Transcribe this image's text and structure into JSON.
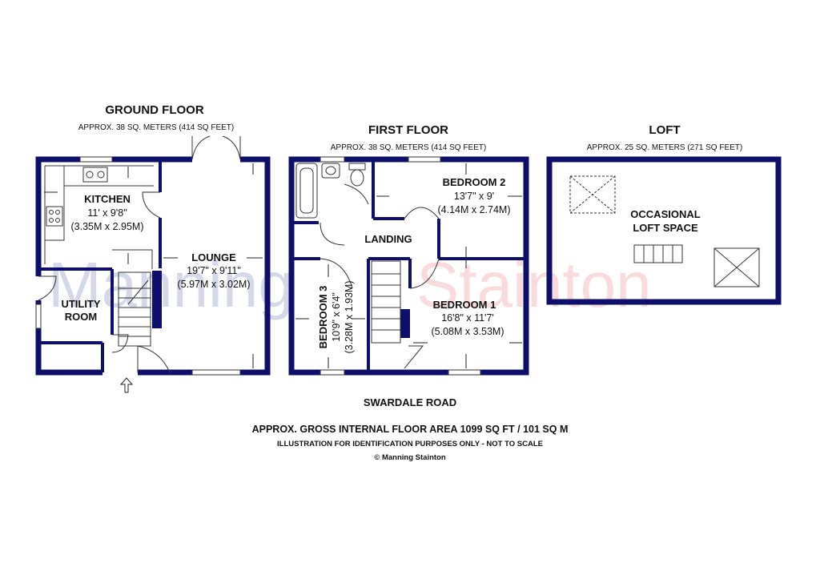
{
  "watermark": {
    "part1": "Manning",
    "part2": "Stainton",
    "color1": "#1d2b8a",
    "color2": "#e03a4a"
  },
  "ground_floor": {
    "title": "GROUND FLOOR",
    "area": "APPROX. 38 SQ. METERS (414 SQ FEET)",
    "kitchen": {
      "name": "KITCHEN",
      "dim_imperial": "11' x 9'8\"",
      "dim_metric": "(3.35M x 2.95M)"
    },
    "lounge": {
      "name": "LOUNGE",
      "dim_imperial": "19'7\" x 9'11\"",
      "dim_metric": "(5.97M x 3.02M)"
    },
    "utility": {
      "name_line1": "UTILITY",
      "name_line2": "ROOM"
    }
  },
  "first_floor": {
    "title": "FIRST FLOOR",
    "area": "APPROX. 38 SQ. METERS (414 SQ FEET)",
    "bedroom2": {
      "name": "BEDROOM 2",
      "dim_imperial": "13'7\" x 9'",
      "dim_metric": "(4.14M x 2.74M)"
    },
    "landing": {
      "name": "LANDING"
    },
    "bedroom1": {
      "name": "BEDROOM 1",
      "dim_imperial": "16'8\" x 11'7'",
      "dim_metric": "(5.08M x 3.53M)"
    },
    "bedroom3": {
      "name": "BEDROOM 3",
      "dim_imperial": "10'9\" x 6'4\"",
      "dim_metric": "(3.28M x 1.93M)"
    }
  },
  "loft": {
    "title": "LOFT",
    "area": "APPROX. 25 SQ. METERS (271 SQ FEET)",
    "name_line1": "OCCASIONAL",
    "name_line2": "LOFT SPACE"
  },
  "road": "SWARDALE ROAD",
  "footer": {
    "gross_area": "APPROX. GROSS INTERNAL FLOOR AREA 1099 SQ FT / 101 SQ M",
    "disclaimer": "ILLUSTRATION FOR IDENTIFICATION PURPOSES ONLY - NOT TO SCALE",
    "copyright": "© Manning Stainton"
  },
  "colors": {
    "wall": "#0d0f6b"
  }
}
